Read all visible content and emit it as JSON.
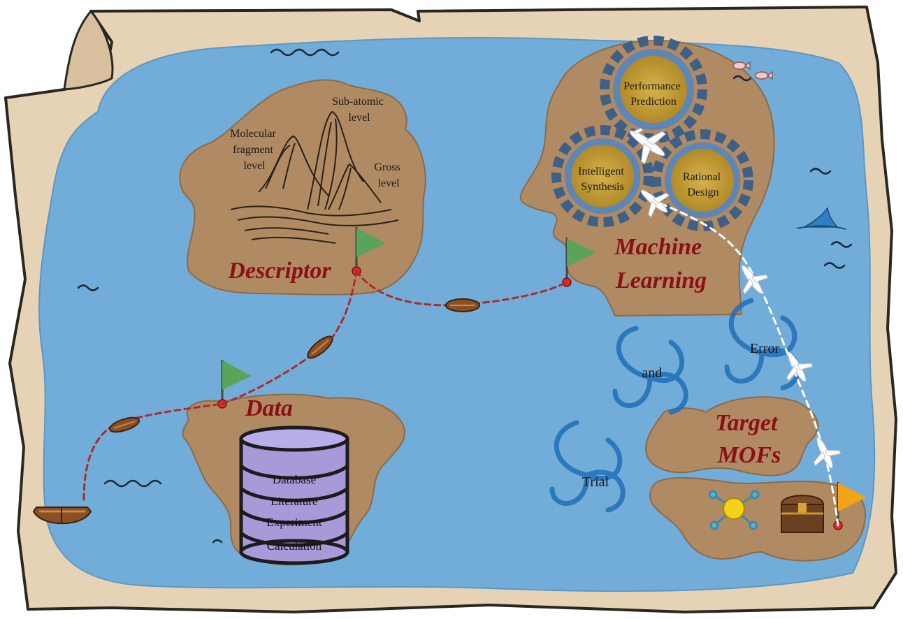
{
  "colors": {
    "parchment": "#e6d2b5",
    "parchment_edge": "#2a2622",
    "sea": "#72acd8",
    "island": "#b08a63",
    "title_red": "#8b0f14",
    "flag_green": "#5aa35a",
    "flag_orange": "#f3a316",
    "path_red": "#b02a2a",
    "gear": "#3e5f86",
    "gear_center": "#c9a443",
    "database": "#a89ad8"
  },
  "descriptor": {
    "title": "Descriptor",
    "levels": {
      "molecular": [
        "Molecular",
        "fragment",
        "level"
      ],
      "subatomic": [
        "Sub-atomic",
        "level"
      ],
      "gross": [
        "Gross",
        "level"
      ]
    }
  },
  "machine_learning": {
    "title_line1": "Machine",
    "title_line2": "Learning",
    "gears": {
      "performance": [
        "Performance",
        "Prediction"
      ],
      "synthesis": [
        "Intelligent",
        "Synthesis"
      ],
      "design": [
        "Rational",
        "Design"
      ]
    }
  },
  "data": {
    "title": "Data",
    "layers": [
      "Database",
      "Literature",
      "Experiment",
      "Calculation"
    ]
  },
  "target": {
    "title_line1": "Target",
    "title_line2": "MOFs"
  },
  "whirlpools": {
    "trial": "Trial",
    "and": "and",
    "error": "Error"
  },
  "icons": [
    "boat-icon",
    "flag-icon",
    "airplane-icon",
    "shark-fin-icon",
    "fish-icon",
    "treasure-chest-icon",
    "mof-structure-icon",
    "mountain-icon",
    "whirlpool-icon",
    "gear-icon",
    "database-icon"
  ]
}
